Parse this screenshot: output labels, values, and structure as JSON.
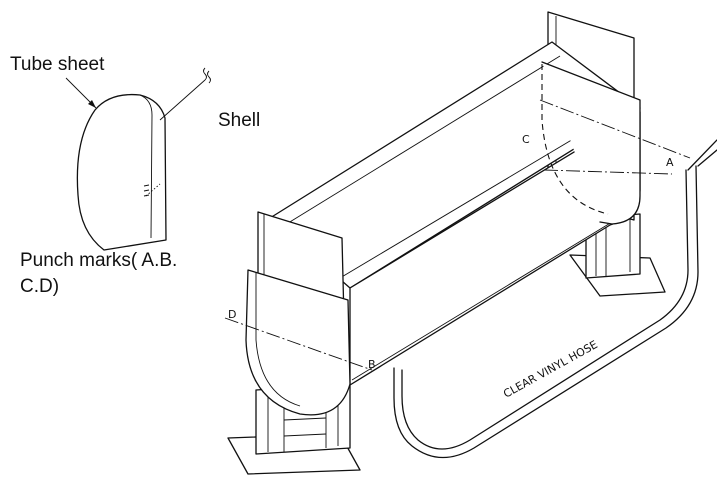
{
  "labels": {
    "tube_sheet": "Tube sheet",
    "shell": "Shell",
    "punch_marks_line1": "Punch marks( A.B.",
    "punch_marks_line2": "C.D)",
    "point_a": "A",
    "point_b": "B",
    "point_c": "C",
    "point_d": "D",
    "hose": "CLEAR VINYL HOSE"
  }
}
